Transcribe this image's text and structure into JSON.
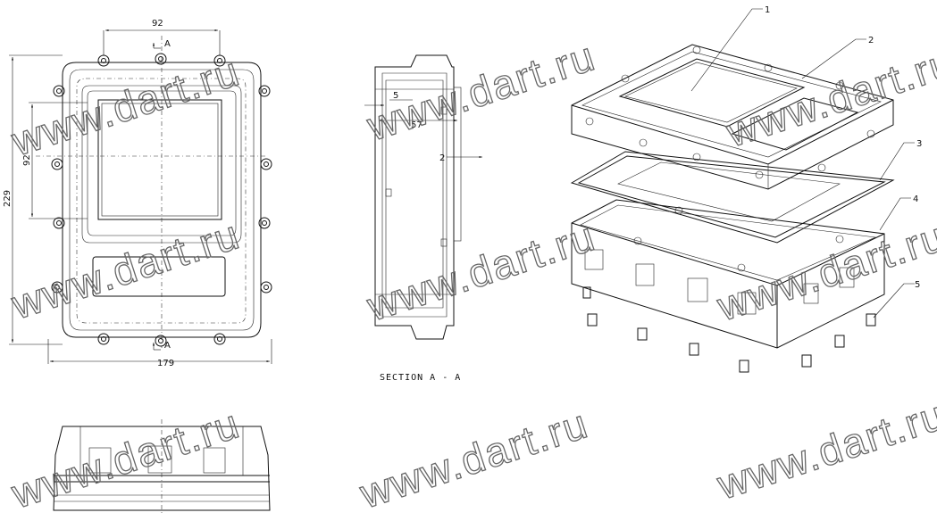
{
  "watermark_text": "www.dart.ru",
  "front_view": {
    "dim_top_width": "92",
    "dim_total_width": "179",
    "dim_height": "229",
    "dim_inner_height": "92",
    "section_mark": "A"
  },
  "section_view": {
    "title": "SECTION A - A",
    "dim_depth": "57",
    "dim_small_left": "5",
    "dim_small_right": "2"
  },
  "parts": [
    "1",
    "2",
    "3",
    "4",
    "5"
  ]
}
